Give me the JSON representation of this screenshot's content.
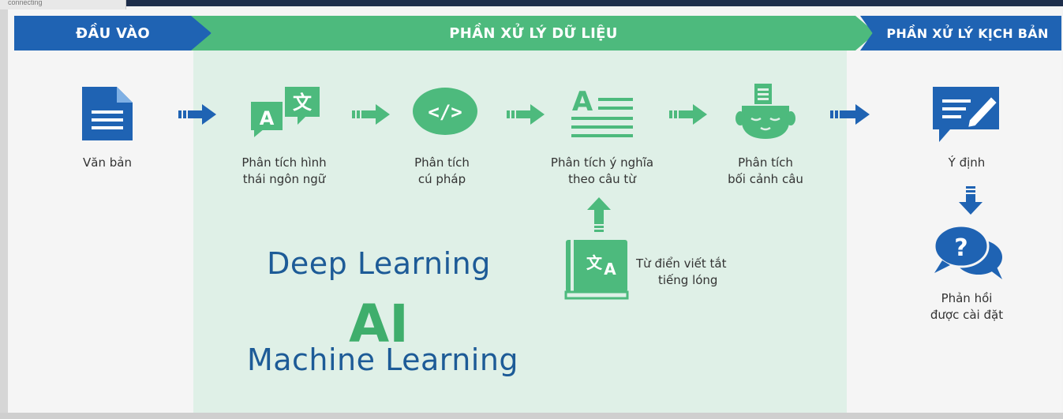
{
  "status_text": "connecting",
  "headers": {
    "input": "ĐẦU VÀO",
    "processing": "PHẦN XỬ LÝ DỮ LIỆU",
    "script": "PHẦN XỬ LÝ KỊCH BẢN"
  },
  "nodes": {
    "text": "Văn bản",
    "morph_1": "Phân tích hình",
    "morph_2": "thái ngôn ngữ",
    "syntax_1": "Phân tích",
    "syntax_2": "cú pháp",
    "semantic_1": "Phân tích ý nghĩa",
    "semantic_2": "theo câu từ",
    "context_1": "Phân tích",
    "context_2": "bối cảnh câu",
    "dict_1": "Từ điển viết tắt",
    "dict_2": "tiếng lóng",
    "intent": "Ý định",
    "response_1": "Phản hồi",
    "response_2": "được cài đặt"
  },
  "icon_letters": {
    "lang_a": "A",
    "lang_zh": "文",
    "code": "</>",
    "semantic_a": "A",
    "dict_zh": "文",
    "dict_a": "A",
    "question": "?"
  },
  "labels": {
    "deep_learning": "Deep Learning",
    "ai": "AI",
    "machine_learning": "Machine Learning"
  },
  "colors": {
    "blue": "#1f63b3",
    "green": "#4dba7d",
    "panel": "#dff0e7",
    "text_blue": "#1d5b97"
  }
}
